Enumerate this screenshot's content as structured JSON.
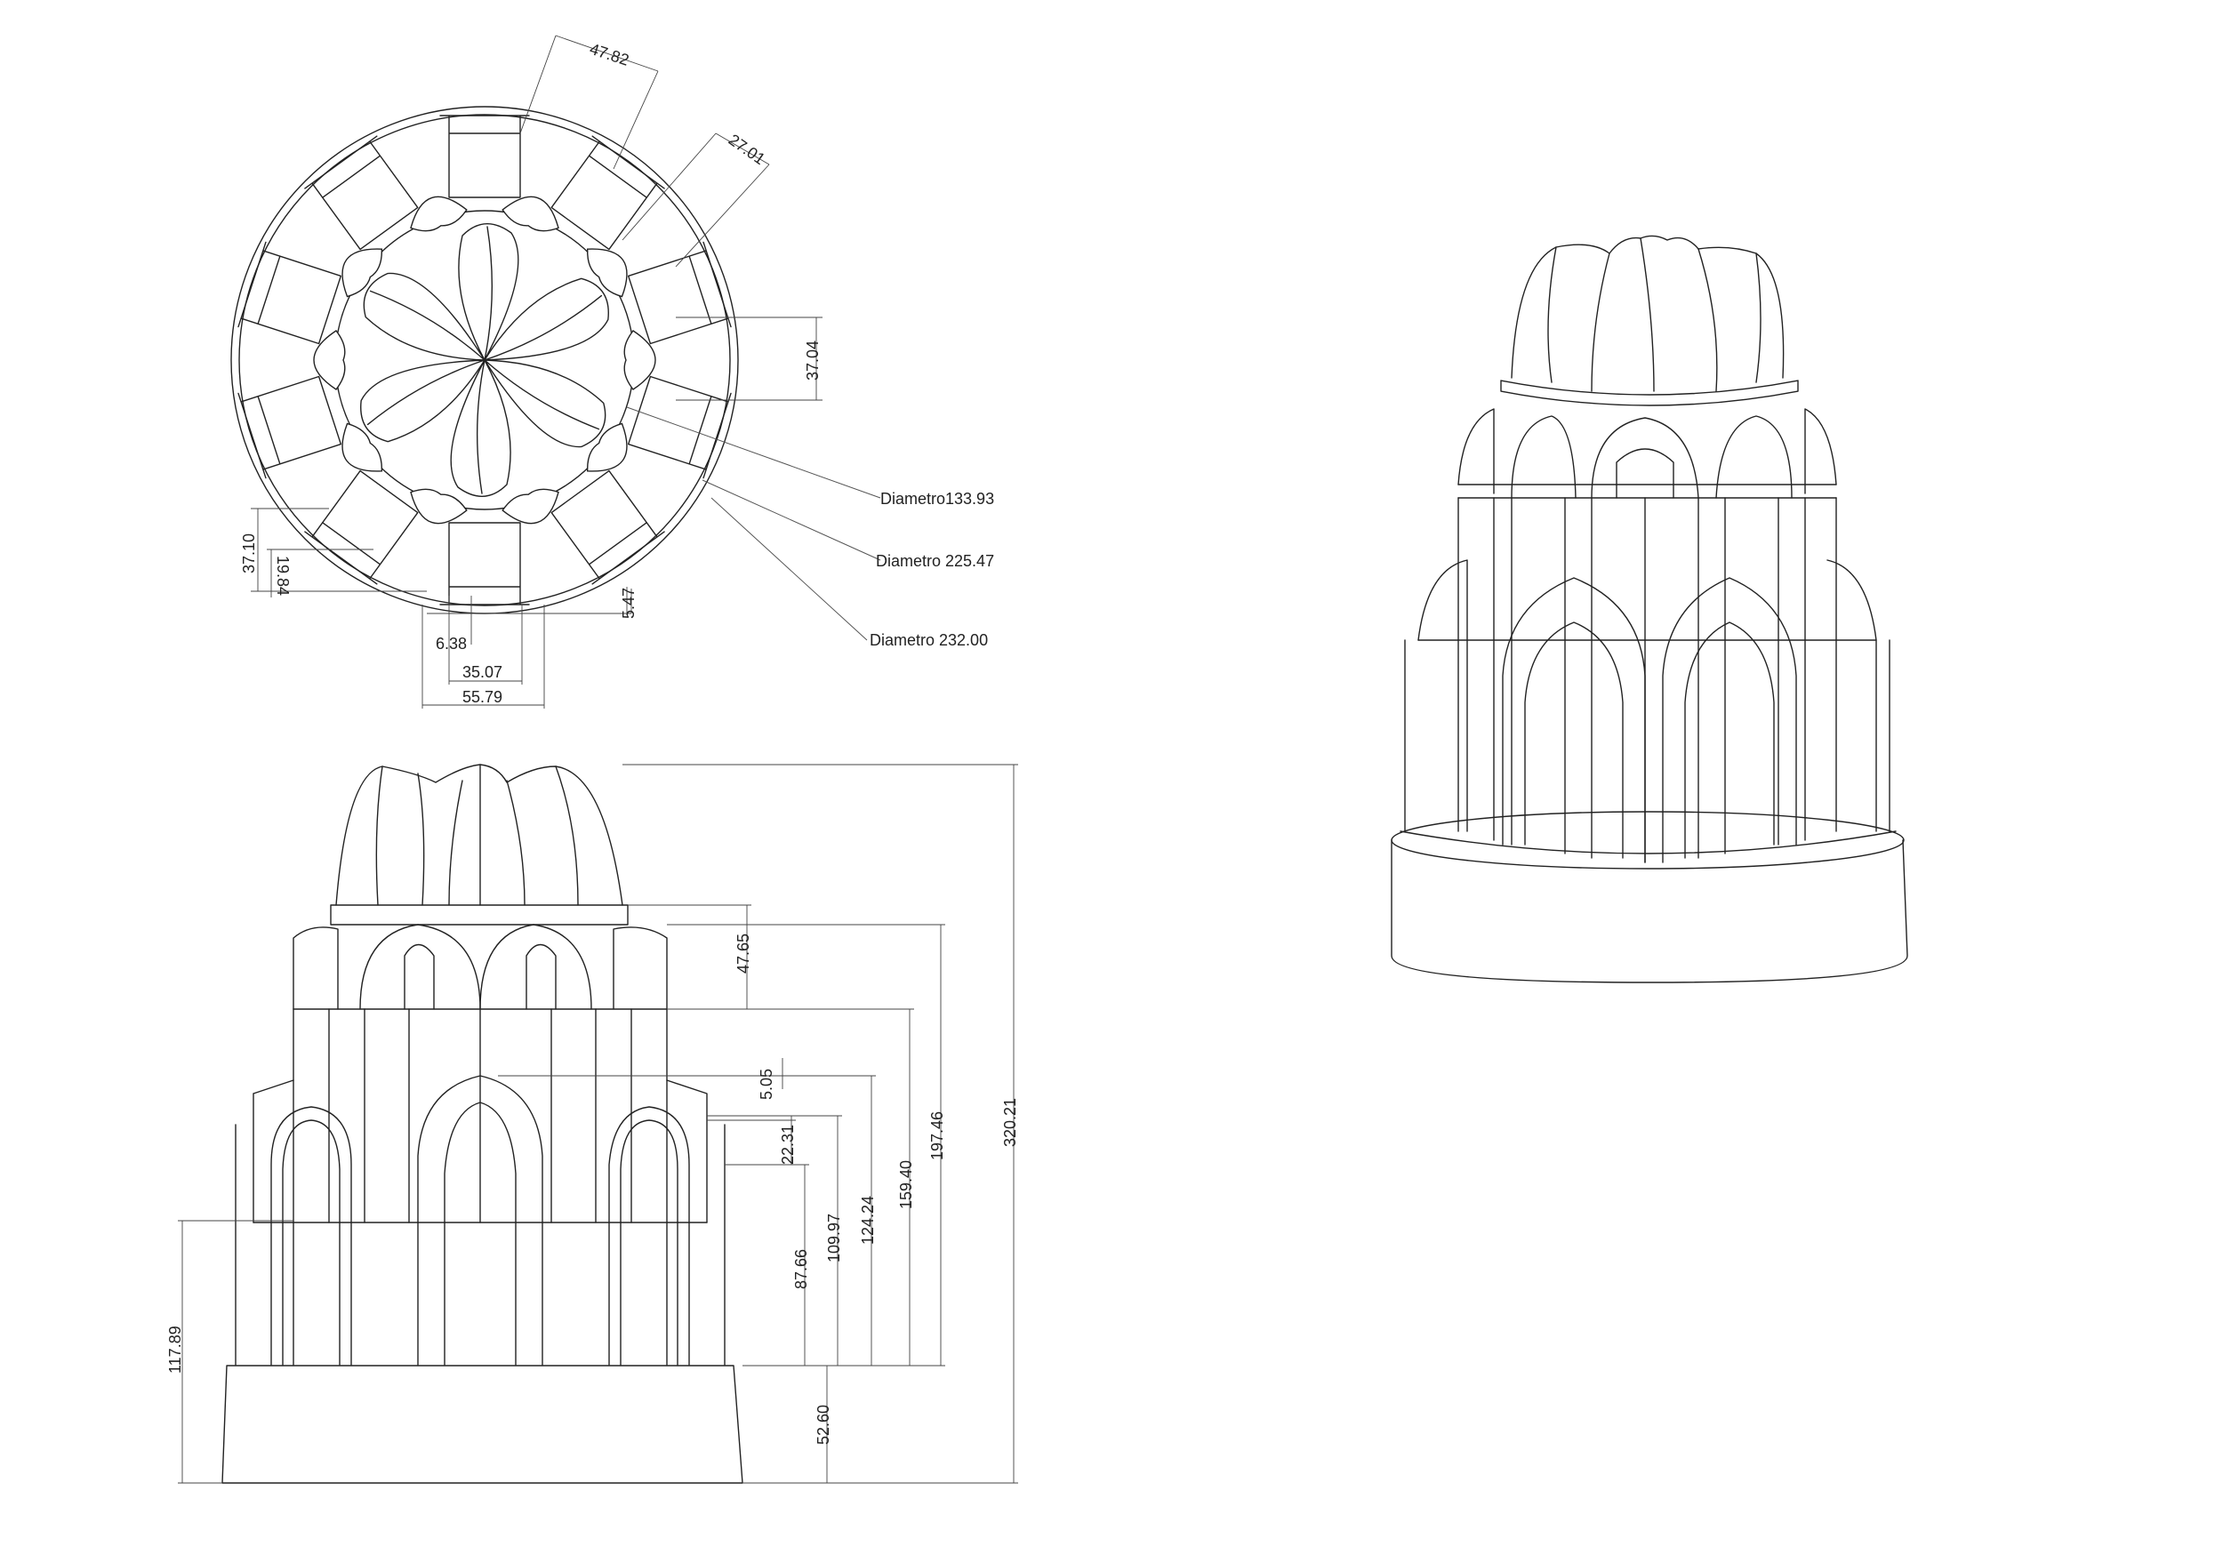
{
  "top_view": {
    "dims": {
      "d1": "47.82",
      "d2": "27.01",
      "d3": "37.04",
      "d4": "37.10",
      "d5": "19.84",
      "d6": "6.38",
      "d7": "5.47",
      "d8": "35.07",
      "d9": "55.79"
    },
    "labels": {
      "diam1": "Diametro133.93",
      "diam2": "Diametro 225.47",
      "diam3": "Diametro 232.00"
    }
  },
  "front_view": {
    "dims": {
      "h_total": "320.21",
      "h_197": "197.46",
      "h_159": "159.40",
      "h_124": "124.24",
      "h_109": "109.97",
      "h_87": "87.66",
      "h_47": "47.65",
      "h_22": "22.31",
      "h_5": "5.05",
      "h_52": "52.60",
      "h_117": "117.89"
    }
  }
}
